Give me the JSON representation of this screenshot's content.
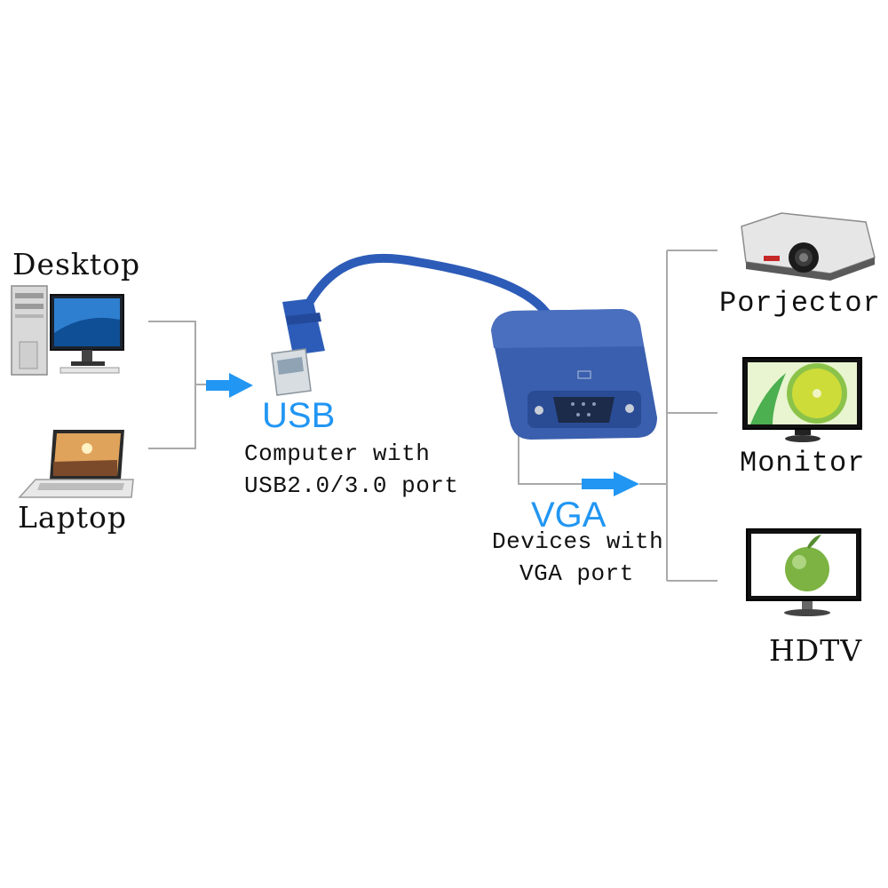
{
  "sources": {
    "desktop_label": "Desktop",
    "laptop_label": "Laptop"
  },
  "usb": {
    "port_label": "USB",
    "desc_line1": "Computer with",
    "desc_line2": "USB2.0/3.0 port"
  },
  "vga": {
    "port_label": "VGA",
    "desc_line1": "Devices with",
    "desc_line2": "VGA port"
  },
  "outputs": {
    "projector_label": "Porjector",
    "monitor_label": "Monitor",
    "hdtv_label": "HDTV"
  },
  "colors": {
    "accent_blue": "#2196f3",
    "cable_blue": "#2d5cb8",
    "line_gray": "#a9a9a9"
  }
}
